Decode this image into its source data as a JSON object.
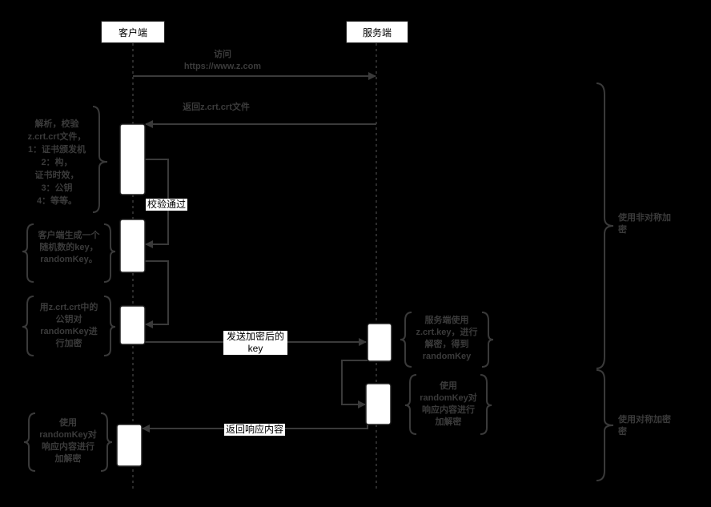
{
  "participants": {
    "client": "客户端",
    "server": "服务端"
  },
  "messages": {
    "visit_line1": "访问",
    "visit_line2": "https://www.z.com",
    "return_cert": "返回z.crt.crt文件",
    "verify_passed": "校验通过",
    "send_key_line1": "发送加密后的",
    "send_key_line2": "key",
    "return_response": "返回响应内容"
  },
  "notes": {
    "client_verify": [
      "解析，校验",
      "z.crt.crt文件，",
      "1：证书颁发机",
      "2：构，",
      "证书时效，",
      "3：公钥",
      "4：等等。"
    ],
    "client_generate": [
      "客户端生成一个",
      "随机数的key，",
      "randomKey。"
    ],
    "client_encrypt": [
      "用z.crt.crt中的",
      "公钥对",
      "randomKey进",
      "行加密"
    ],
    "server_decrypt": [
      "服务端使用",
      "z.crt.key，进行",
      "解密，得到",
      "randomKey"
    ],
    "server_encrypt": [
      "使用",
      "randomKey对",
      "响应内容进行",
      "加解密"
    ],
    "client_decrypt": [
      "使用",
      "randomKey对",
      "响应内容进行",
      "加解密"
    ]
  },
  "phases": {
    "asymmetric_line1": "使用非对称加",
    "asymmetric_line2": "密",
    "symmetric_line1": "使用对称加密",
    "symmetric_line2": "密"
  },
  "colors": {
    "background": "#000000",
    "line": "#3a3a3a",
    "note_text": "#3b3b3b",
    "box_fill": "#ffffff"
  }
}
